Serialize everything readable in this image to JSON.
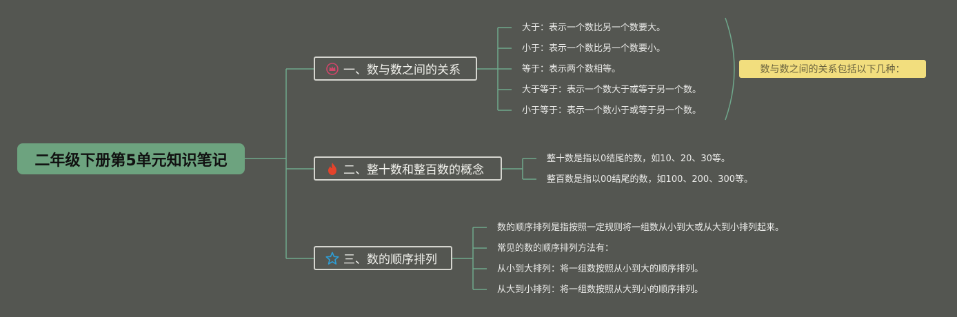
{
  "root": {
    "label": "二年级下册第5单元知识笔记"
  },
  "topics": [
    {
      "label": "一、数与数之间的关系",
      "icon": "crown-icon",
      "children": [
        "大于：表示一个数比另一个数要大。",
        "小于：表示一个数比另一个数要小。",
        "等于：表示两个数相等。",
        "大于等于：表示一个数大于或等于另一个数。",
        "小于等于：表示一个数小于或等于另一个数。"
      ],
      "summary": "数与数之间的关系包括以下几种："
    },
    {
      "label": "二、整十数和整百数的概念",
      "icon": "fire-icon",
      "children": [
        "整十数是指以0结尾的数，如10、20、30等。",
        "整百数是指以00结尾的数，如100、200、300等。"
      ]
    },
    {
      "label": "三、数的顺序排列",
      "icon": "star-icon",
      "children": [
        "数的顺序排列是指按照一定规则将一组数从小到大或从大到小排列起来。",
        "常见的数的顺序排列方法有：",
        "从小到大排列：将一组数按照从小到大的顺序排列。",
        "从大到小排列：将一组数按照从大到小的顺序排列。"
      ]
    }
  ],
  "colors": {
    "background": "#545651",
    "root_fill": "#6da37f",
    "connector": "#6fa88c",
    "summary_fill": "#f2de7e",
    "crown_icon": "#d0466a",
    "fire_icon": "#e5432b",
    "star_icon": "#2d9fd8"
  }
}
